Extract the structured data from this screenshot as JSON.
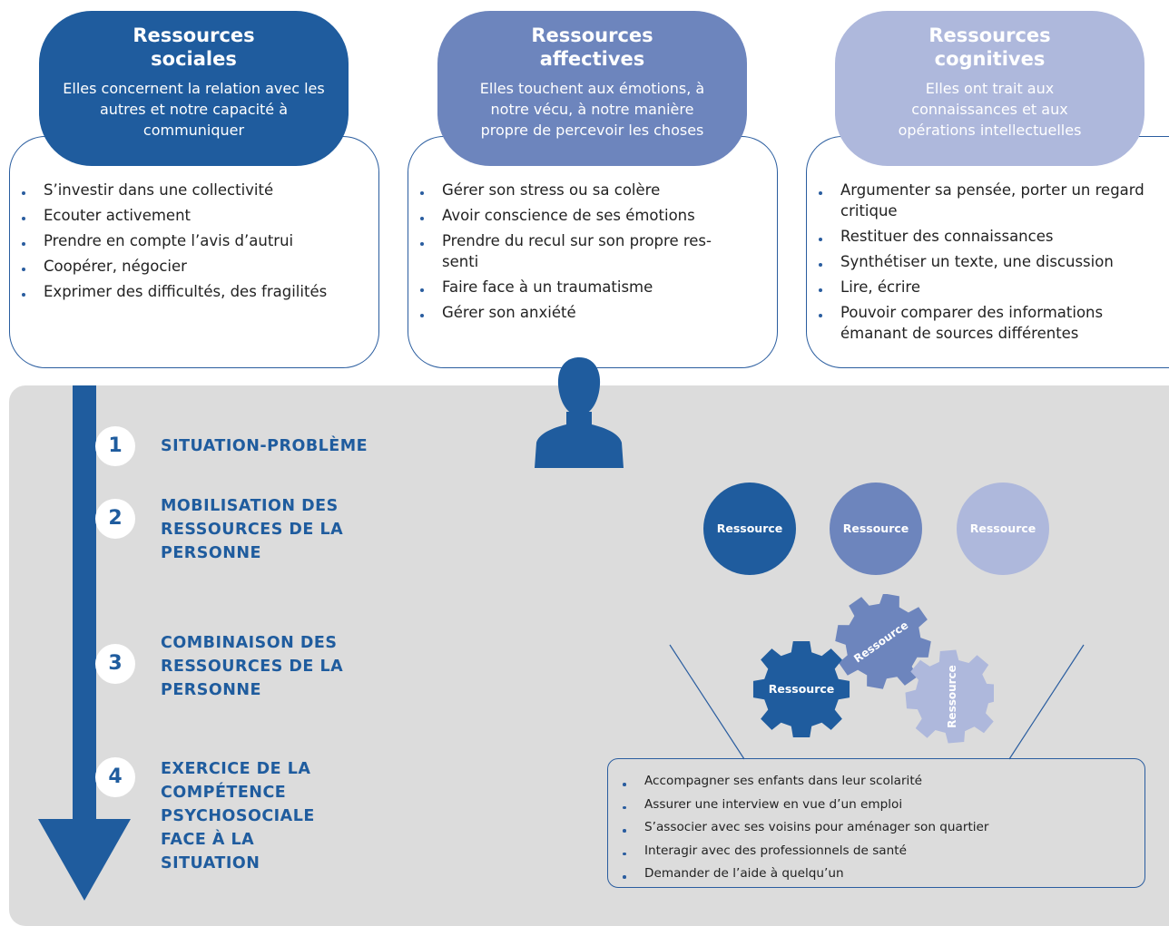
{
  "colors": {
    "social": "#1f5c9e",
    "affective": "#6d85bd",
    "cognitive": "#aeb8dc",
    "panel": "#dcdcdc"
  },
  "cards": [
    {
      "title_line1": "Ressources",
      "title_line2": "sociales",
      "description": "Elles concernent la relation avec les autres et notre capacité à communiquer",
      "items": [
        "S’investir dans une collectivité",
        "Ecouter activement",
        "Prendre en compte l’avis d’autrui",
        "Coopérer, négocier",
        "Exprimer des difficultés, des fragilités"
      ]
    },
    {
      "title_line1": "Ressources",
      "title_line2": "affectives",
      "description": "Elles touchent aux émotions, à notre vécu, à notre manière propre de percevoir les choses",
      "items": [
        "Gérer son stress ou sa colère",
        "Avoir conscience de ses émotions",
        "Prendre du recul sur son propre res-senti",
        "Faire face à un traumatisme",
        "Gérer son anxiété"
      ]
    },
    {
      "title_line1": "Ressources",
      "title_line2": "cognitives",
      "description": "Elles ont trait aux connaissances et aux opérations intellectuelles",
      "items": [
        "Argumenter sa pensée, porter un regard critique",
        "Restituer des connaissances",
        "Synthétiser un texte, une discussion",
        "Lire, écrire",
        "Pouvoir comparer des informations émanant de sources différentes"
      ]
    }
  ],
  "steps": [
    {
      "number": "1",
      "label": "SITUATION-PROBLÈME"
    },
    {
      "number": "2",
      "label": "MOBILISATION DES RESSOURCES DE LA PERSONNE"
    },
    {
      "number": "3",
      "label": "COMBINAISON DES RESSOURCES DE LA PERSONNE"
    },
    {
      "number": "4",
      "label": "EXERCICE DE LA COMPÉTENCE PSYCHOSOCIALE FACE À LA SITUATION"
    }
  ],
  "resource_circles": [
    "Ressource",
    "Ressource",
    "Ressource"
  ],
  "gears": [
    "Ressource",
    "Ressource",
    "Ressource"
  ],
  "examples": [
    "Accompagner ses enfants dans leur scolarité",
    "Assurer une interview en vue d’un emploi",
    "S’associer avec ses voisins pour aménager son quartier",
    "Interagir avec des professionnels de santé",
    "Demander de l’aide à quelqu’un"
  ]
}
